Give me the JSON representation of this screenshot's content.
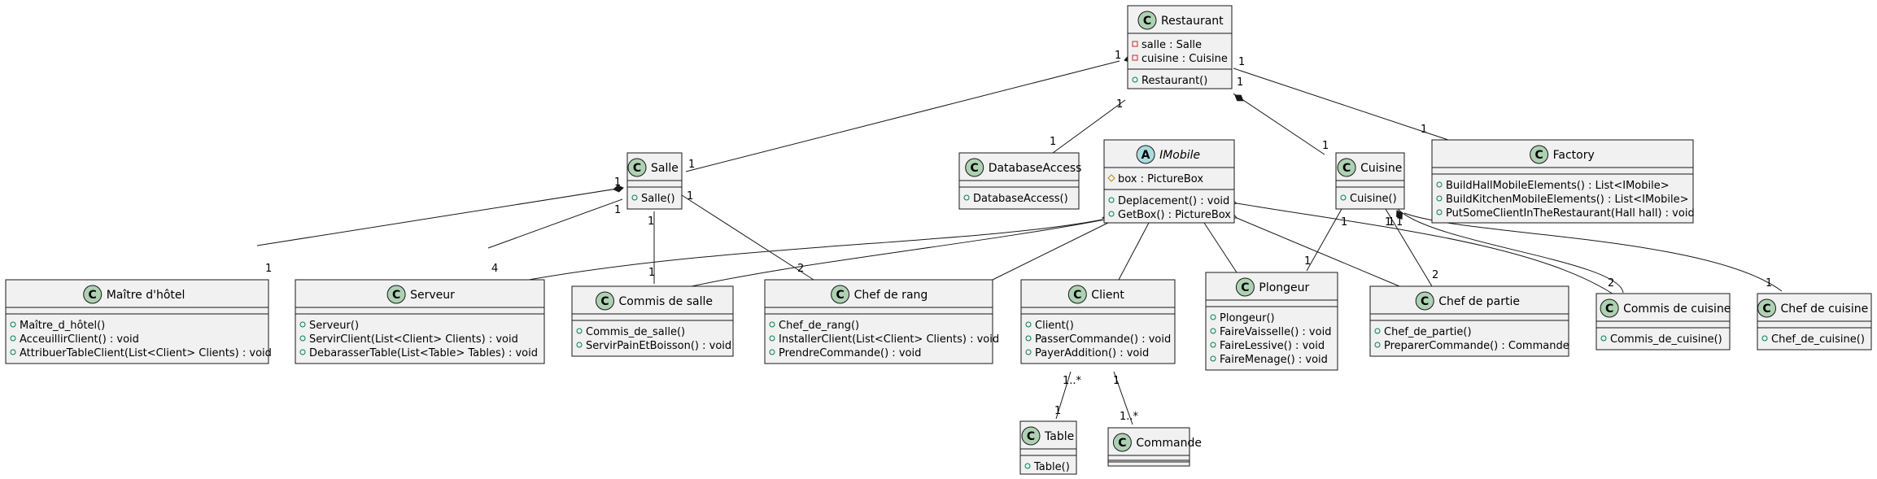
{
  "colors": {
    "box_fill": "#f1f1f1",
    "border": "#181818",
    "class_badge": "#add1b2",
    "abstract_badge": "#a9dcdf",
    "private_marker": "#c82930",
    "protected_marker": "#b38d22",
    "public_marker": "#038048"
  },
  "badges": {
    "class": "C",
    "abstract": "A"
  },
  "classes": {
    "restaurant": {
      "name": "Restaurant",
      "fields": [
        "salle : Salle",
        "cuisine : Cuisine"
      ],
      "methods": [
        "Restaurant()"
      ]
    },
    "salle": {
      "name": "Salle",
      "fields": [],
      "methods": [
        "Salle()"
      ]
    },
    "database": {
      "name": "DatabaseAccess",
      "fields": [],
      "methods": [
        "DatabaseAccess()"
      ]
    },
    "imobile": {
      "name": "IMobile",
      "fields": [
        "box : PictureBox"
      ],
      "methods": [
        "Deplacement() : void",
        "GetBox() : PictureBox"
      ]
    },
    "cuisine": {
      "name": "Cuisine",
      "fields": [],
      "methods": [
        "Cuisine()"
      ]
    },
    "factory": {
      "name": "Factory",
      "fields": [],
      "methods": [
        "BuildHallMobileElements() : List<IMobile>",
        "BuildKitchenMobileElements() : List<IMobile>",
        "PutSomeClientInTheRestaurant(Hall hall) : void"
      ]
    },
    "maitre": {
      "name": "Maître d'hôtel",
      "fields": [],
      "methods": [
        "Maître_d_hôtel()",
        "AcceuillirClient() : void",
        "AttribuerTableClient(List<Client> Clients) : void"
      ]
    },
    "serveur": {
      "name": "Serveur",
      "fields": [],
      "methods": [
        "Serveur()",
        "ServirClient(List<Client> Clients) : void",
        "DebarasserTable(List<Table> Tables) : void"
      ]
    },
    "commisSalle": {
      "name": "Commis de salle",
      "fields": [],
      "methods": [
        "Commis_de_salle()",
        "ServirPainEtBoisson() : void"
      ]
    },
    "chefRang": {
      "name": "Chef de rang",
      "fields": [],
      "methods": [
        "Chef_de_rang()",
        "InstallerClient(List<Client> Clients) : void",
        "PrendreCommande() : void"
      ]
    },
    "client": {
      "name": "Client",
      "fields": [],
      "methods": [
        "Client()",
        "PasserCommande() : void",
        "PayerAddition() : void"
      ]
    },
    "plongeur": {
      "name": "Plongeur",
      "fields": [],
      "methods": [
        "Plongeur()",
        "FaireVaisselle() : void",
        "FaireLessive() : void",
        "FaireMenage() : void"
      ]
    },
    "chefPartie": {
      "name": "Chef de partie",
      "fields": [],
      "methods": [
        "Chef_de_partie()",
        "PreparerCommande() : Commande"
      ]
    },
    "commisCuisine": {
      "name": "Commis de cuisine",
      "fields": [],
      "methods": [
        "Commis_de_cuisine()"
      ]
    },
    "chefCuisine": {
      "name": "Chef de cuisine",
      "fields": [],
      "methods": [
        "Chef_de_cuisine()"
      ]
    },
    "table": {
      "name": "Table",
      "fields": [],
      "methods": [
        "Table()"
      ]
    },
    "commande": {
      "name": "Commande",
      "fields": [],
      "methods": []
    }
  },
  "multiplicities": [
    {
      "id": "rs-r",
      "text": "1"
    },
    {
      "id": "rs-s",
      "text": "1"
    },
    {
      "id": "rd-r",
      "text": "1"
    },
    {
      "id": "rd-d",
      "text": "1"
    },
    {
      "id": "rc-r",
      "text": "1"
    },
    {
      "id": "rc-c",
      "text": "1"
    },
    {
      "id": "rf-r",
      "text": "1"
    },
    {
      "id": "rf-f",
      "text": "1"
    },
    {
      "id": "sm-s",
      "text": "1"
    },
    {
      "id": "sm-m",
      "text": "1"
    },
    {
      "id": "ss-s",
      "text": "1"
    },
    {
      "id": "ss-v",
      "text": "4"
    },
    {
      "id": "sc-s",
      "text": "1"
    },
    {
      "id": "sc-c",
      "text": "1"
    },
    {
      "id": "sr-s",
      "text": "1"
    },
    {
      "id": "sr-r",
      "text": "2"
    },
    {
      "id": "cp-c",
      "text": "1"
    },
    {
      "id": "cp-p",
      "text": "1"
    },
    {
      "id": "cpa-c",
      "text": "1"
    },
    {
      "id": "cpa-p",
      "text": "2"
    },
    {
      "id": "cco-c",
      "text": "1"
    },
    {
      "id": "cco-o",
      "text": "2"
    },
    {
      "id": "cch-c",
      "text": "1"
    },
    {
      "id": "cch-h",
      "text": "1"
    },
    {
      "id": "ct-c",
      "text": "1..*"
    },
    {
      "id": "ct-t",
      "text": "1"
    },
    {
      "id": "ccm-c",
      "text": "1"
    },
    {
      "id": "ccm-m",
      "text": "1..*"
    }
  ]
}
